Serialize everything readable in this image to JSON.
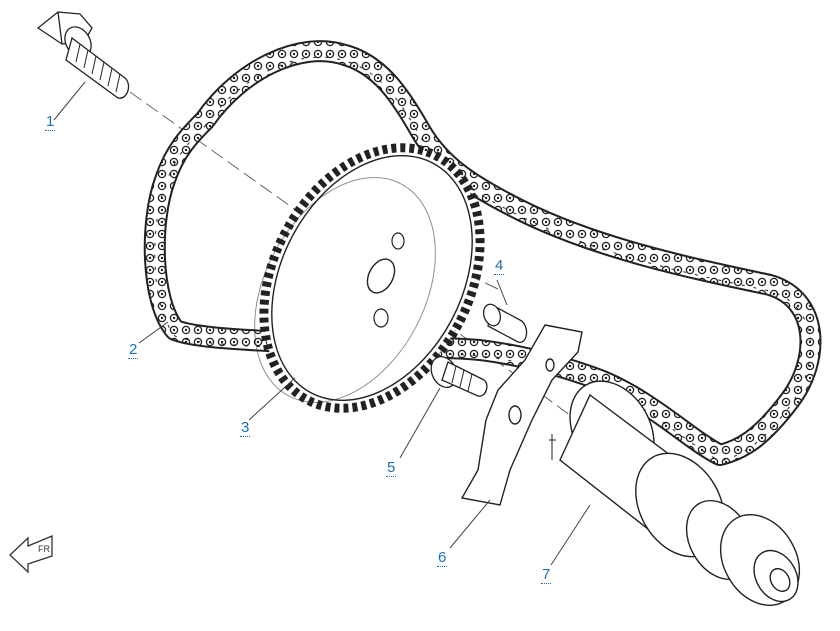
{
  "callouts": [
    {
      "id": "1",
      "label": "1"
    },
    {
      "id": "2",
      "label": "2"
    },
    {
      "id": "3",
      "label": "3"
    },
    {
      "id": "4",
      "label": "4"
    },
    {
      "id": "5",
      "label": "5"
    },
    {
      "id": "6",
      "label": "6"
    },
    {
      "id": "7",
      "label": "7"
    }
  ],
  "colors": {
    "callout": "#1a6fb3",
    "line": "#333333",
    "part_stroke": "#222222",
    "part_fill": "#ffffff",
    "shade": "#cfcfcf"
  },
  "icons": {
    "direction": "front-arrow-icon"
  }
}
